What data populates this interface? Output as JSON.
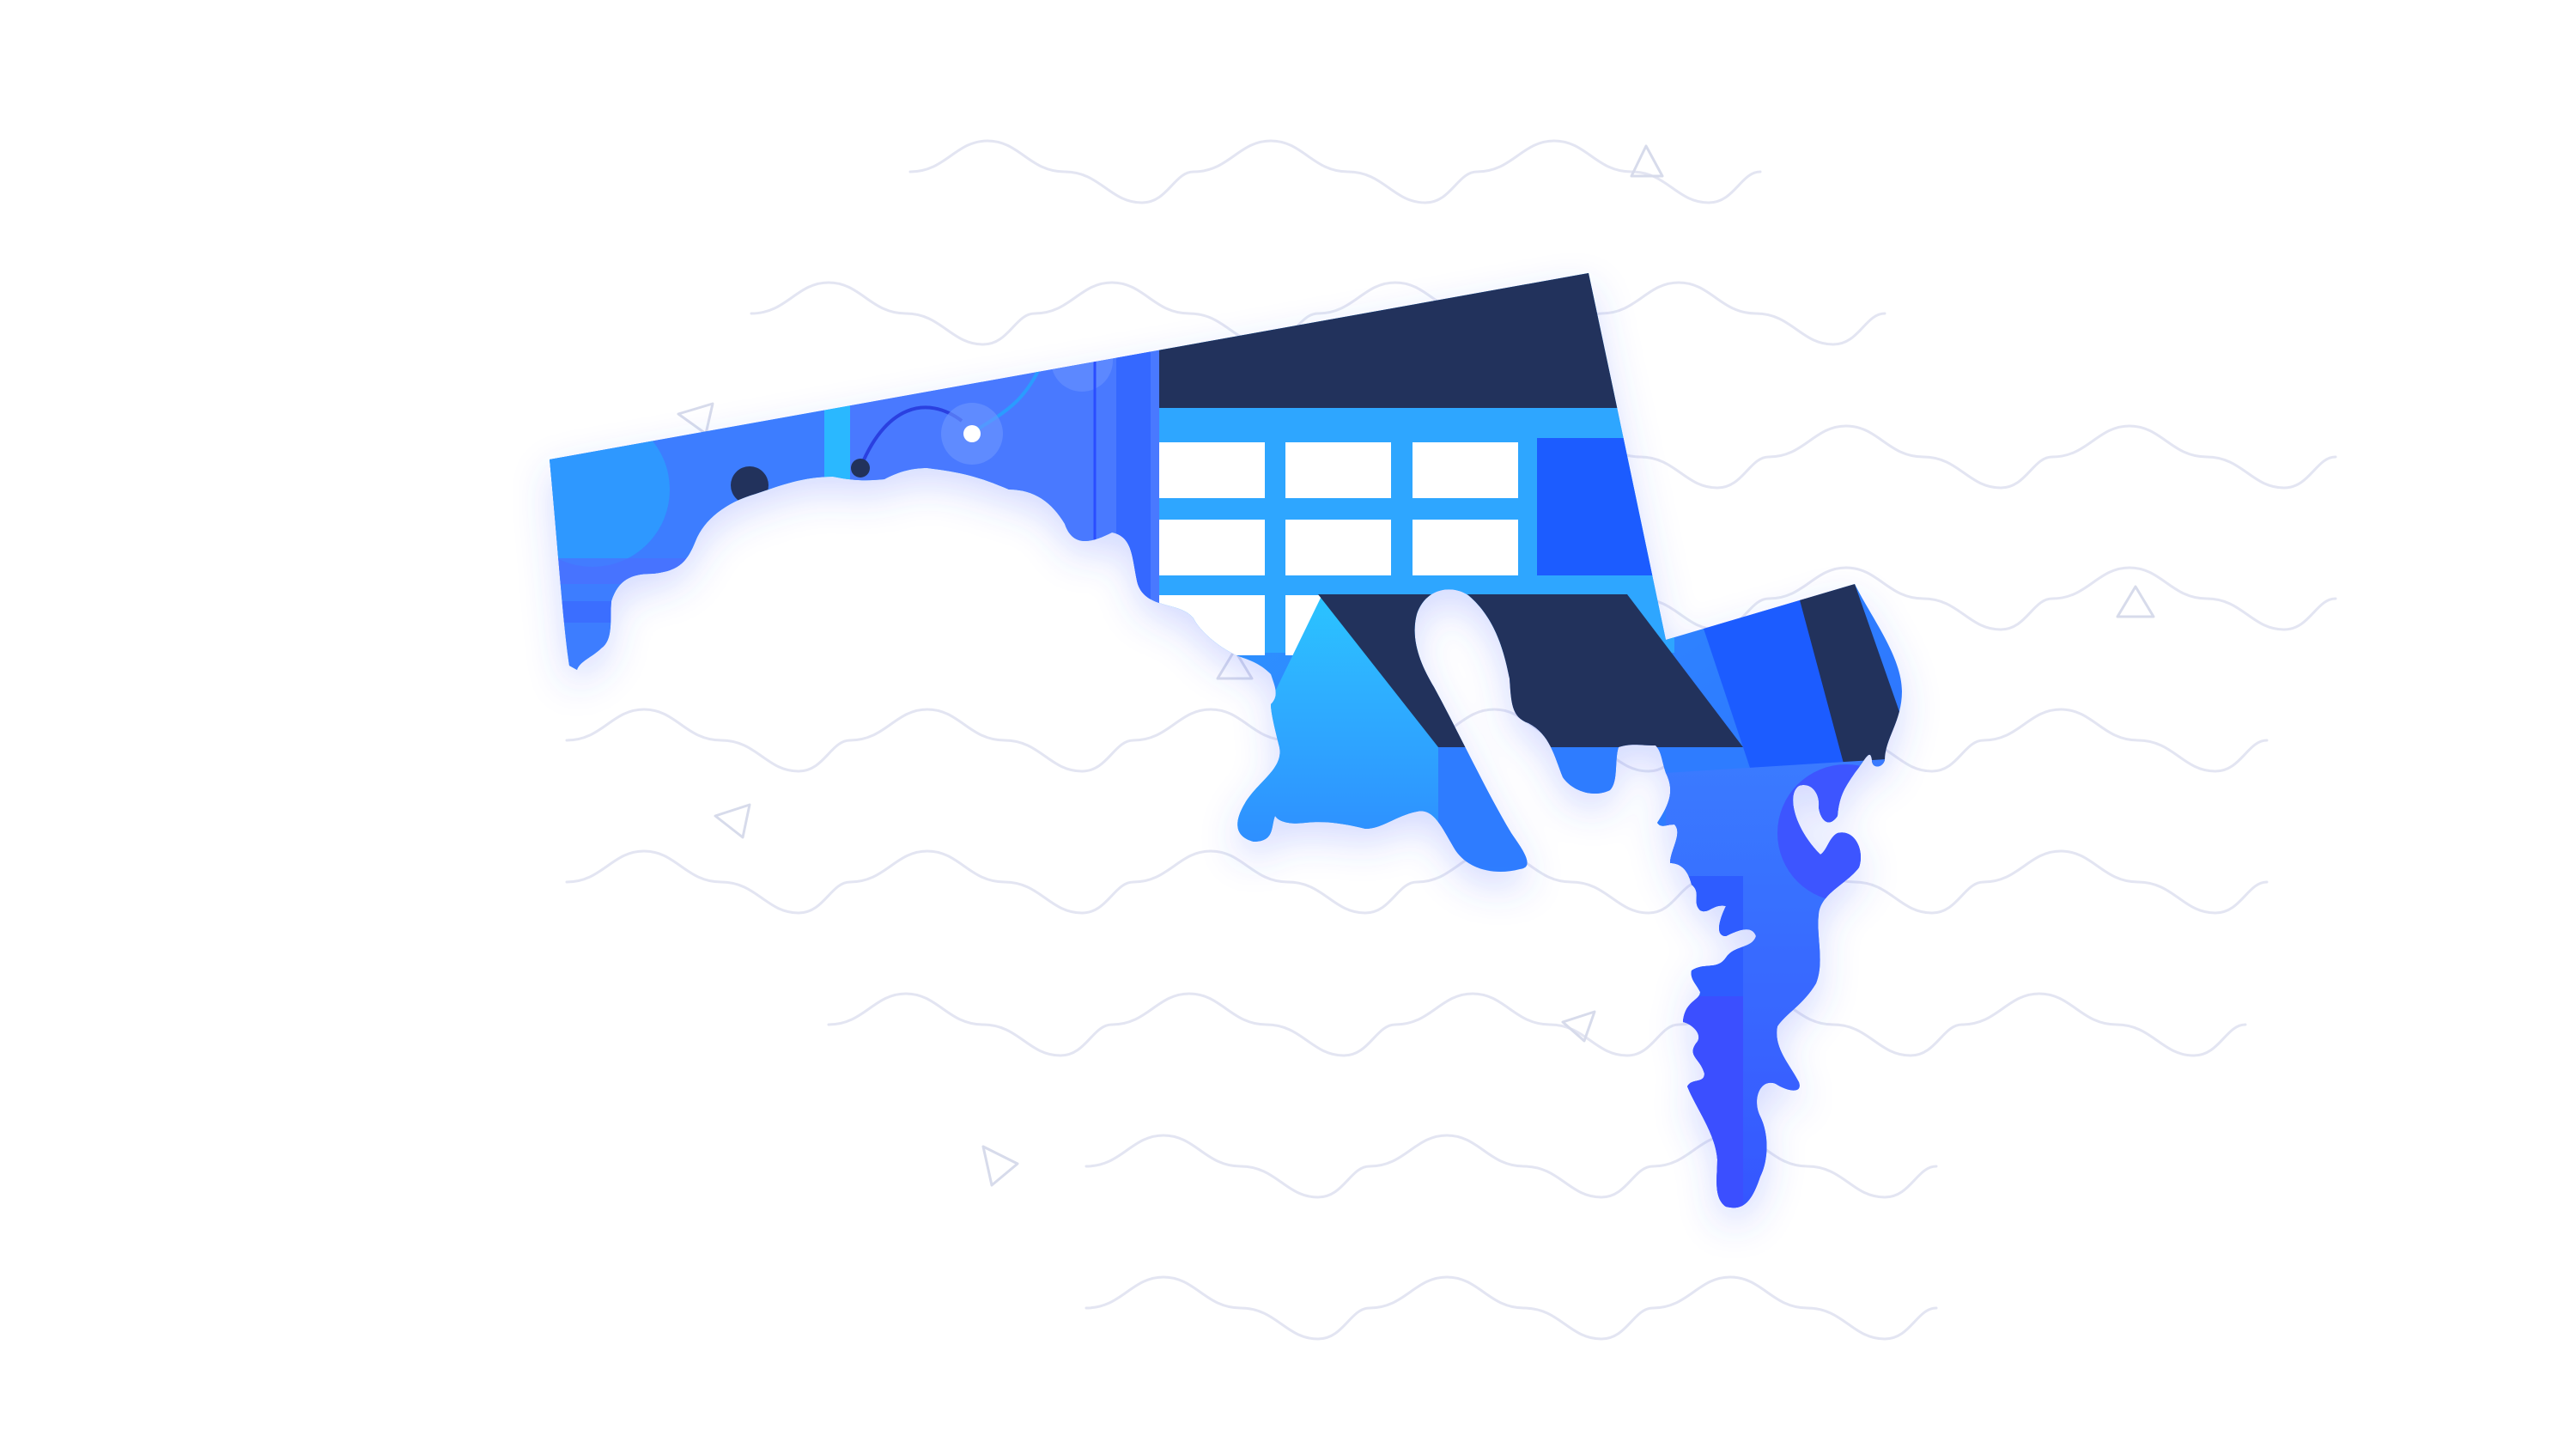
{
  "scene": {
    "subject": "map-shaped-illustration",
    "background_color": "#ffffff",
    "wave_color": "#e3e5f2",
    "triangle_color": "#d7dbeb",
    "palette": {
      "navy": "#21325b",
      "blue": "#2f6bff",
      "indigo": "#3d55ff",
      "cyan": "#2bc0ff",
      "light_blue": "#5aa3ff",
      "white": "#ffffff"
    },
    "icons": [
      "wave-line",
      "triangle-outline",
      "window-grid",
      "house-roof",
      "node-dot"
    ]
  }
}
